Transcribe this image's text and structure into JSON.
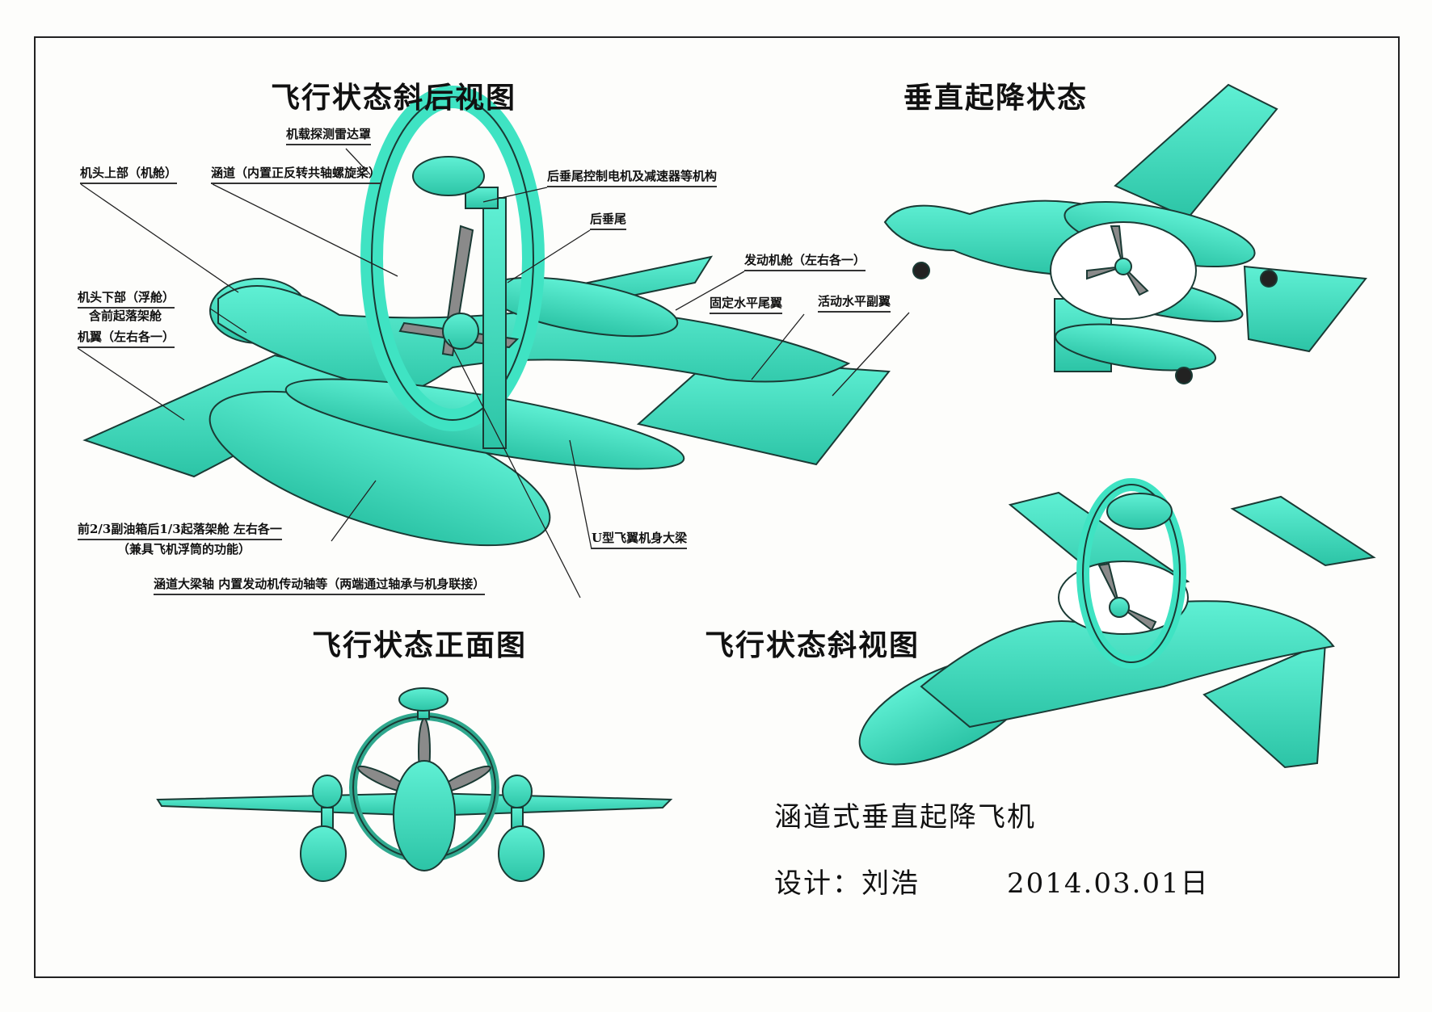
{
  "titles": {
    "rear_oblique": "飞行状态斜后视图",
    "vtol": "垂直起降状态",
    "front": "飞行状态正面图",
    "oblique": "飞行状态斜视图"
  },
  "labels": {
    "radar": "机载探测雷达罩",
    "nose_upper": "机头上部（机舱）",
    "duct": "涵道（内置正反转共轴螺旋桨）",
    "rear_fin_motor": "后垂尾控制电机及减速器等机构",
    "rear_fin": "后垂尾",
    "engine_nacelle": "发动机舱（左右各一）",
    "fixed_tail": "固定水平尾翼",
    "aileron": "活动水平副翼",
    "nose_lower_1": "机头下部（浮舱）",
    "nose_lower_2": "含前起落架舱",
    "wing": "机翼（左右各一）",
    "tank_1": "前2/3副油箱后1/3起落架舱 左右各一",
    "tank_2": "（兼具飞机浮筒的功能）",
    "duct_beam": "涵道大梁轴 内置发动机传动轴等（两端通过轴承与机身联接）",
    "u_beam": "U型飞翼机身大梁"
  },
  "footer": {
    "name": "涵道式垂直起降飞机",
    "designer": "设计：刘浩",
    "date": "2014.03.01日"
  },
  "colors": {
    "body": "#3fe3c3",
    "shade": "#25b99c",
    "outline": "#1a3a34",
    "prop": "#8a8a8a"
  }
}
